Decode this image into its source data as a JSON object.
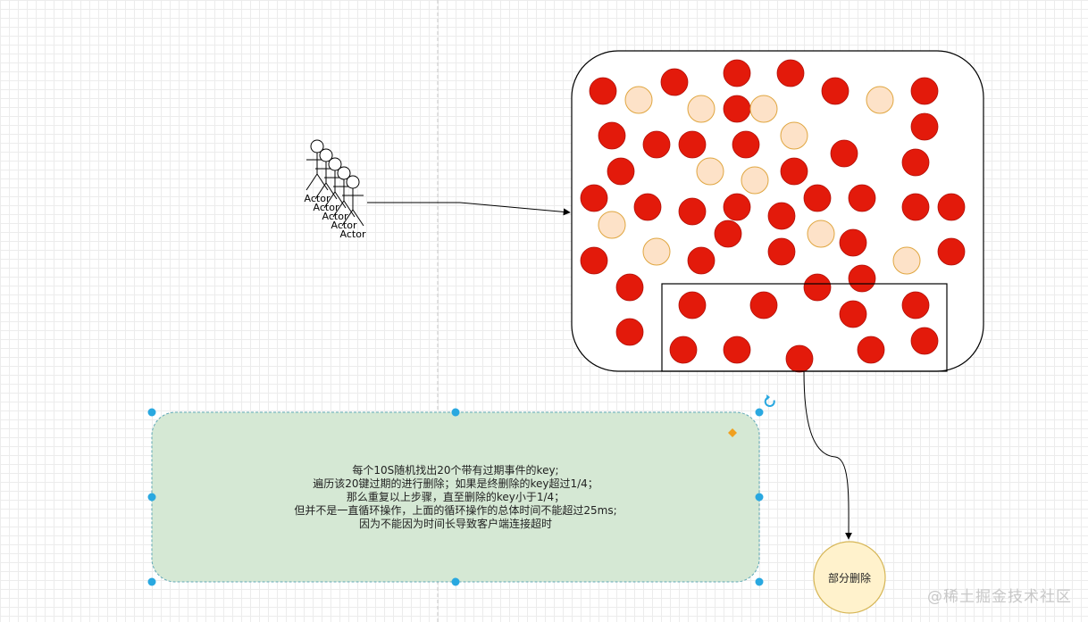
{
  "actor": {
    "label": "Actor",
    "count": 5
  },
  "note": {
    "lines": [
      "每个10S随机找出20个带有过期事件的key;",
      "遍历该20键过期的进行删除；如果是终删除的key超过1/4；",
      "那么重复以上步骤，直至删除的key小于1/4；",
      "但并不是一直循环操作，上面的循环操作的总体时间不能超过25ms;",
      "因为不能因为时间长导致客户端连接超时"
    ]
  },
  "partial_delete": {
    "label": "部分删除"
  },
  "watermark": {
    "text": "@稀土掘金技术社区"
  },
  "colors": {
    "expired_key": "#e31a0b",
    "normal_key": "#fde2c8",
    "normal_key_stroke": "#e0a640",
    "note_fill": "#d5e8d4",
    "note_stroke": "#5fa8b6",
    "circle_fill": "#fff2cc",
    "circle_stroke": "#d6b656",
    "handle": "#29a8e0",
    "edit_diamond": "#f0a020"
  }
}
